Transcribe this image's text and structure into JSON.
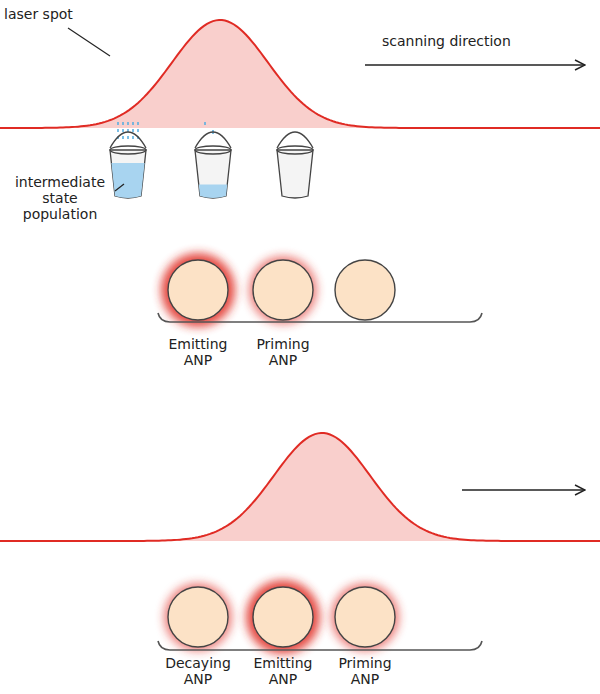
{
  "diagram": {
    "labels": [
      "laser spot",
      "scanning direction",
      "intermediate state population",
      "Emitting ANP",
      "Priming ANP",
      "Decaying ANP",
      "Emitting ANP",
      "Priming ANP"
    ]
  }
}
